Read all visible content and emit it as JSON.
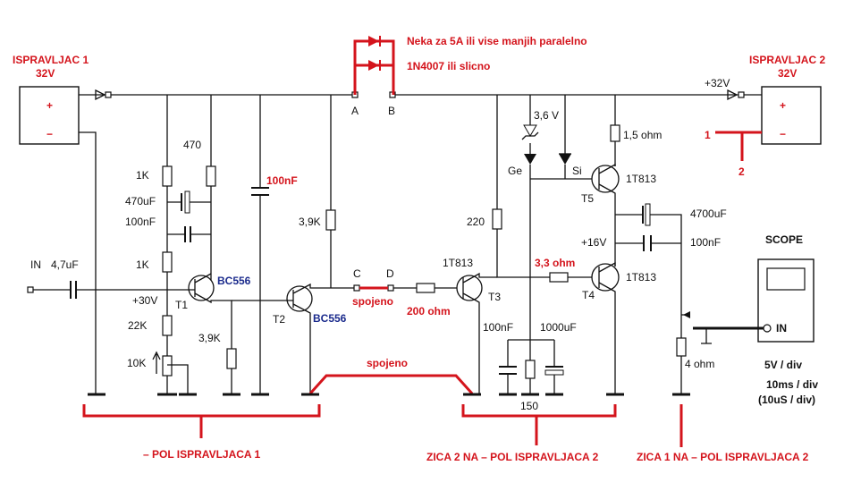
{
  "supply_left": {
    "title_line1": "ISPRAVLJAC 1",
    "title_line2": "32V",
    "plus": "+",
    "minus": "−"
  },
  "supply_right": {
    "title_line1": "ISPRAVLJAC 2",
    "title_line2": "32V",
    "plus": "+",
    "minus": "−",
    "rail_label": "+32V",
    "pin1": "1",
    "pin2": "2"
  },
  "diode_note": {
    "line1": "Neka za 5A ili vise manjih paralelno",
    "line2": "1N4007 ili slicno",
    "node_a": "A",
    "node_b": "B"
  },
  "input": {
    "label": "IN",
    "cap": "4,7uF"
  },
  "left_stage": {
    "r_470": "470",
    "r_1k_top": "1K",
    "c_470uf": "470uF",
    "c_100nf": "100nF",
    "r_1k_mid": "1K",
    "v_30": "+30V",
    "r_22k": "22K",
    "pot_10k": "10K",
    "r_3_9k": "3,9K",
    "t1": "T1",
    "t1_type": "BC556",
    "c_100nf_bypass": "100nF",
    "r_3_9k_right": "3,9K",
    "t2": "T2",
    "t2_type": "BC556"
  },
  "link": {
    "node_c": "C",
    "node_d": "D",
    "spojeno_cd": "spojeno",
    "r_200": "200 ohm",
    "spojeno_ground": "spojeno"
  },
  "right_stage": {
    "t3_type": "1T813",
    "t3": "T3",
    "r_220": "220",
    "zener": "3,6 V",
    "ge": "Ge",
    "si": "Si",
    "r_1_5": "1,5 ohm",
    "t5_type": "1T813",
    "t5": "T5",
    "r_3_3": "3,3 ohm",
    "t4_type": "1T813",
    "t4": "T4",
    "v_16": "+16V",
    "c_4700": "4700uF",
    "c_100nf": "100nF",
    "c_100nf_low": "100nF",
    "c_1000uf": "1000uF",
    "r_150": "150",
    "r_load": "4 ohm"
  },
  "scope": {
    "title": "SCOPE",
    "input": "IN",
    "volts": "5V / div",
    "time1": "10ms / div",
    "time2": "(10uS / div)"
  },
  "ground_labels": {
    "left": "– POL ISPRAVLJACA 1",
    "middle": "ZICA 2 NA – POL ISPRAVLJACA 2",
    "right": "ZICA 1 NA – POL ISPRAVLJACA 2"
  },
  "colors": {
    "accent": "#d4141c",
    "transistor_label": "#1a2a8c",
    "wire": "#111111"
  }
}
